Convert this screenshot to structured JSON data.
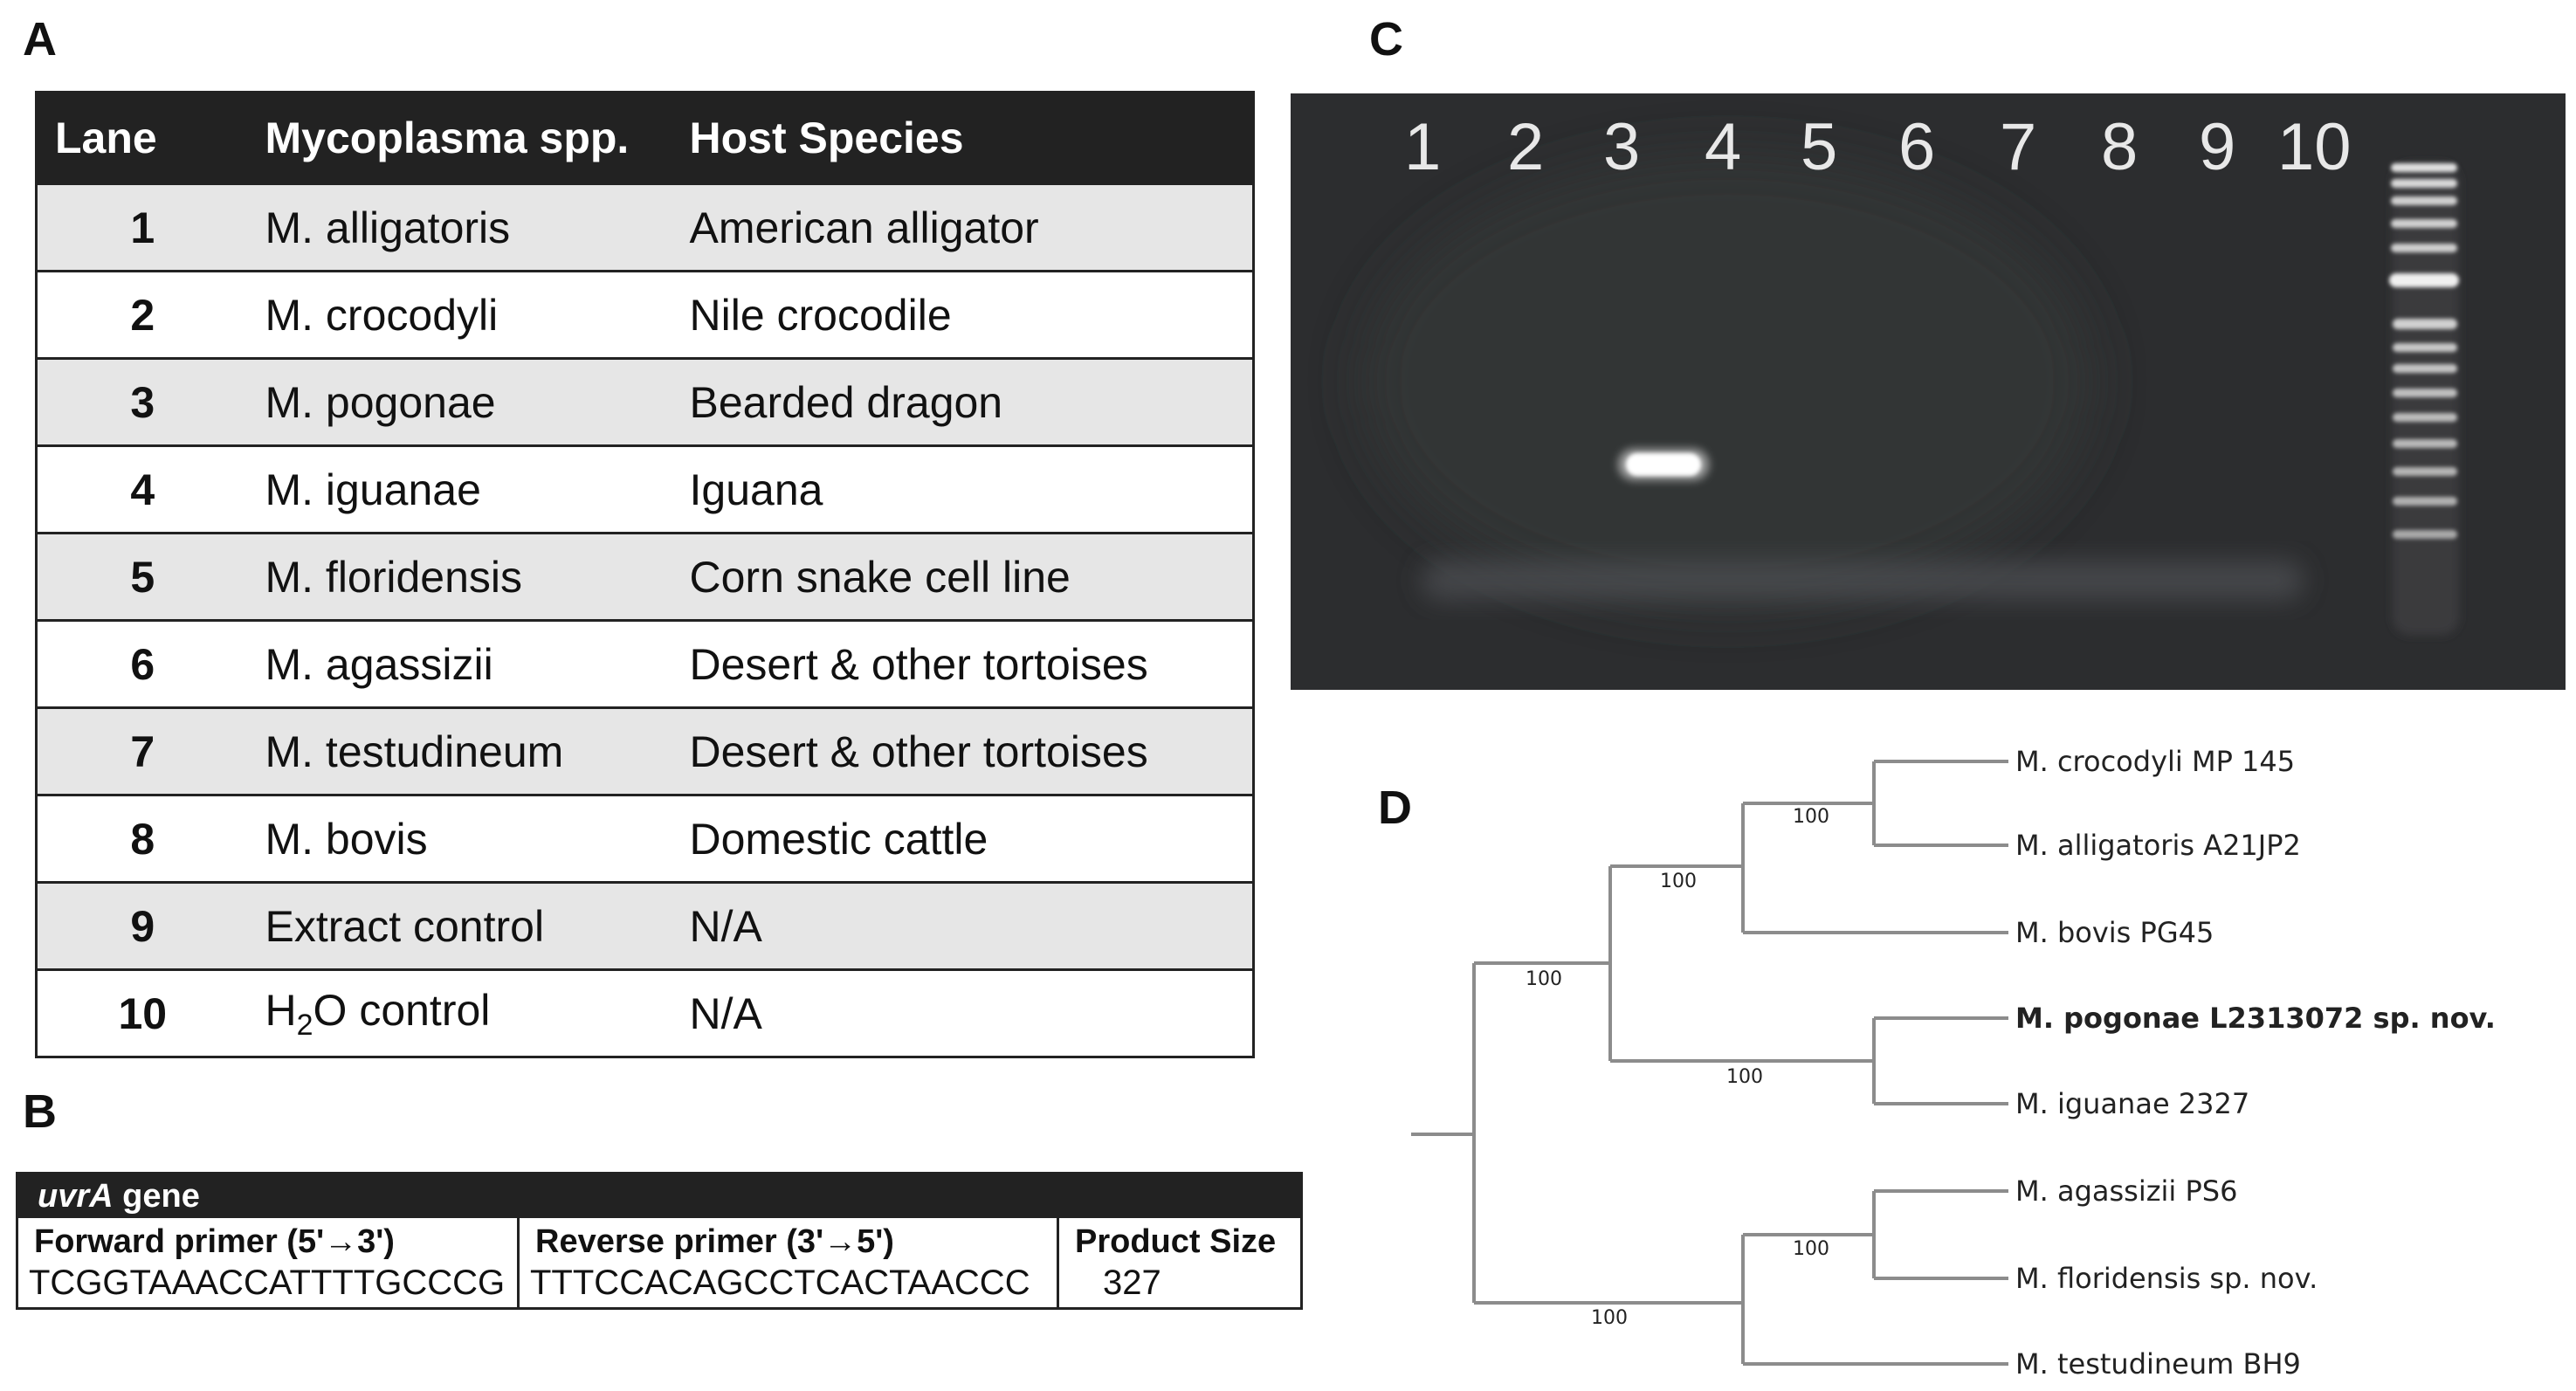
{
  "panels": {
    "a": "A",
    "b": "B",
    "c": "C",
    "d": "D"
  },
  "table_a": {
    "headers": [
      "Lane",
      "Mycoplasma spp.",
      "Host Species"
    ],
    "rows": [
      {
        "lane": "1",
        "species": "M. alligatoris",
        "host": "American alligator"
      },
      {
        "lane": "2",
        "species": "M. crocodyli",
        "host": "Nile crocodile"
      },
      {
        "lane": "3",
        "species": "M. pogonae",
        "host": "Bearded dragon"
      },
      {
        "lane": "4",
        "species": "M. iguanae",
        "host": "Iguana"
      },
      {
        "lane": "5",
        "species": "M. floridensis",
        "host": "Corn snake cell line"
      },
      {
        "lane": "6",
        "species": "M. agassizii",
        "host": "Desert & other tortoises"
      },
      {
        "lane": "7",
        "species": "M. testudineum",
        "host": "Desert & other tortoises"
      },
      {
        "lane": "8",
        "species": "M. bovis",
        "host": "Domestic cattle"
      },
      {
        "lane": "9",
        "species": "Extract control",
        "host": "N/A"
      },
      {
        "lane": "10",
        "species_pre": "H",
        "species_sub": "2",
        "species_post": "O control",
        "host": "N/A"
      }
    ]
  },
  "table_b": {
    "gene_italic": "uvrA",
    "gene_suffix": " gene",
    "forward_title": "Forward primer (5'→3')",
    "forward_seq": "TCGGTAAACCATTTTGCCCG",
    "reverse_title": "Reverse primer (3'→5')",
    "reverse_seq": "TTTCCACAGCCTCACTAACCC",
    "size_title": "Product Size",
    "size_value": "327"
  },
  "gel": {
    "lane_labels": [
      "1",
      "2",
      "3",
      "4",
      "5",
      "6",
      "7",
      "8",
      "9",
      "10"
    ],
    "band_lane": "3",
    "background_color": "#2c2d2f",
    "band_color": "#ffffff"
  },
  "tree": {
    "taxa": [
      {
        "label": "M. crocodyli MP 145",
        "bold": false
      },
      {
        "label": "M. alligatoris A21JP2",
        "bold": false
      },
      {
        "label": "M. bovis PG45",
        "bold": false
      },
      {
        "label": "M. pogonae L2313072 sp. nov.",
        "bold": true
      },
      {
        "label": "M. iguanae 2327",
        "bold": false
      },
      {
        "label": "M. agassizii PS6",
        "bold": false
      },
      {
        "label": "M. floridensis sp. nov.",
        "bold": false
      },
      {
        "label": "M. testudineum BH9",
        "bold": false
      }
    ],
    "bootstrap": {
      "croc_alli": "100",
      "croc_alli_bovis": "100",
      "upper_clade": "100",
      "pog_igu": "100",
      "aga_flo": "100",
      "lower_clade": "100"
    },
    "line_color": "#8c8c8c"
  }
}
